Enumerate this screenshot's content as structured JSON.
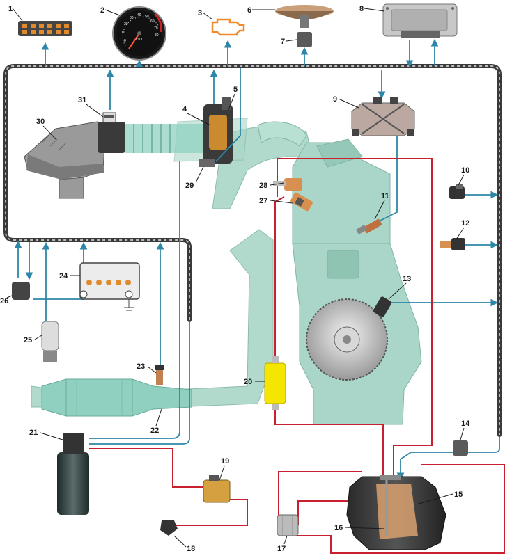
{
  "diagram": {
    "labels": [
      "1",
      "2",
      "3",
      "4",
      "5",
      "6",
      "7",
      "8",
      "9",
      "10",
      "11",
      "12",
      "13",
      "14",
      "15",
      "16",
      "17",
      "18",
      "19",
      "20",
      "21",
      "22",
      "23",
      "24",
      "25",
      "26",
      "27",
      "28",
      "29",
      "30",
      "31"
    ],
    "gauge": {
      "ticks": [
        "10",
        "20",
        "30",
        "40",
        "50",
        "60",
        "70",
        "80"
      ],
      "unit": "x100",
      "zero": "0"
    },
    "colors": {
      "signal_wire": "#2e86a8",
      "fuel_line": "#c8202e",
      "harness": "#3a3a3a",
      "engine_body": "#a9d6c8",
      "catalyst": "#8fd0c0",
      "filter": "#f4e600",
      "ecu": "#c8c8c8"
    }
  }
}
